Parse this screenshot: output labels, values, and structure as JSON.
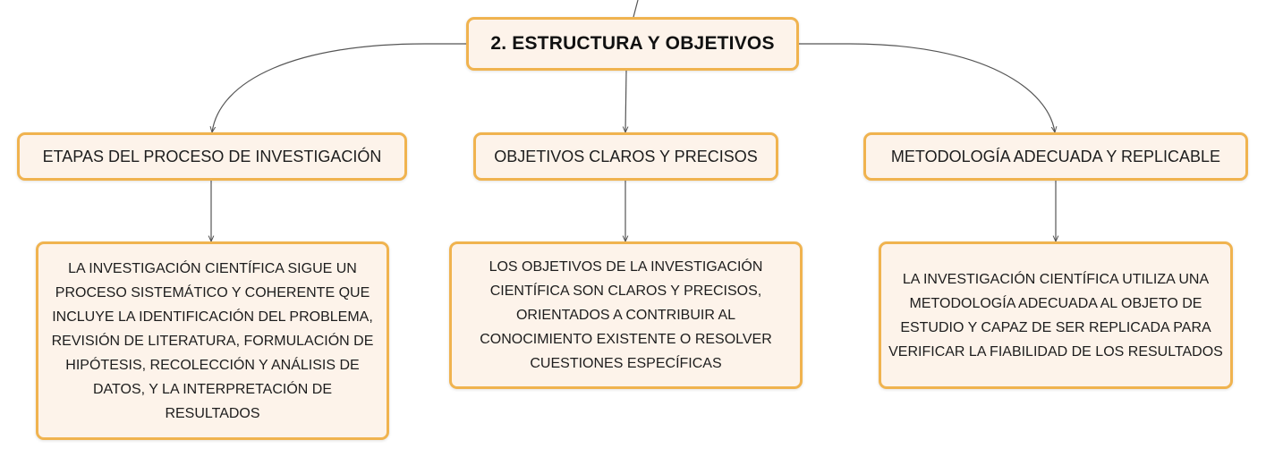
{
  "central": {
    "title": "2. ESTRUCTURA Y OBJETIVOS"
  },
  "topics": [
    {
      "label": "ETAPAS DEL PROCESO DE INVESTIGACIÓN"
    },
    {
      "label": "OBJETIVOS CLAROS Y PRECISOS"
    },
    {
      "label": "METODOLOGÍA ADECUADA Y REPLICABLE"
    }
  ],
  "details": [
    {
      "text": "LA INVESTIGACIÓN CIENTÍFICA SIGUE UN PROCESO SISTEMÁTICO Y COHERENTE QUE INCLUYE LA IDENTIFICACIÓN DEL PROBLEMA, REVISIÓN DE LITERATURA, FORMULACIÓN DE HIPÓTESIS, RECOLECCIÓN Y ANÁLISIS DE DATOS, Y LA INTERPRETACIÓN DE RESULTADOS"
    },
    {
      "text": "LOS OBJETIVOS DE LA INVESTIGACIÓN CIENTÍFICA SON CLAROS Y PRECISOS, ORIENTADOS A CONTRIBUIR AL CONOCIMIENTO EXISTENTE O RESOLVER CUESTIONES ESPECÍFICAS"
    },
    {
      "text": "LA INVESTIGACIÓN CIENTÍFICA UTILIZA UNA METODOLOGÍA ADECUADA AL OBJETO DE ESTUDIO Y CAPAZ DE SER REPLICADA PARA VERIFICAR LA FIABILIDAD DE LOS RESULTADOS"
    }
  ],
  "colors": {
    "node_fill": "#fdf3ea",
    "node_border": "#f0b34f",
    "connector": "#555555"
  }
}
